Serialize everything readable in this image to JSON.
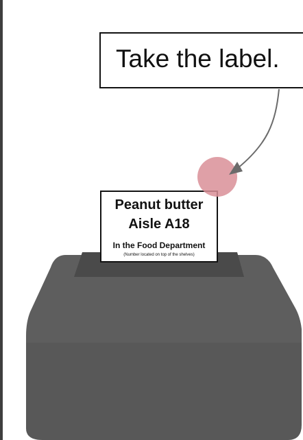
{
  "instruction": {
    "text": "Take the label."
  },
  "label": {
    "product": "Peanut butter",
    "aisle": "Aisle A18",
    "department": "In the Food Department",
    "note": "(Number located on top of the shelves)"
  },
  "colors": {
    "printer_top": "#5d5d5d",
    "printer_body": "#5a5a5a",
    "printer_dark": "#3e3e3e",
    "slot": "#474747",
    "tap_target": "#d98f98",
    "arrow": "#6b6b6b"
  },
  "icons": {
    "tap_target": "tap-target-icon",
    "arrow": "curved-arrow-icon"
  }
}
